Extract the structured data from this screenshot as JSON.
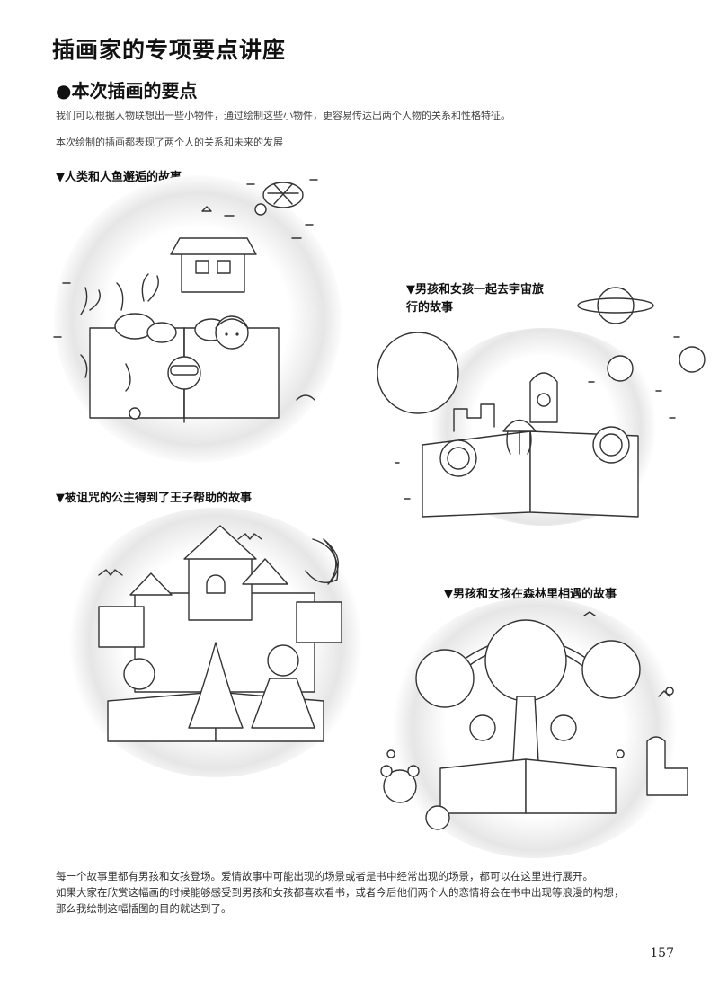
{
  "header": {
    "title": "插画家的专项要点讲座",
    "subtitle": "●本次插画的要点"
  },
  "intro": {
    "line1": "我们可以根据人物联想出一些小物件，通过绘制这些小物件，更容易传达出两个人物的关系和性格特征。",
    "line2": "本次绘制的插画都表现了两个人的关系和未来的发展"
  },
  "stories": {
    "mermaid": "▼人类和人鱼邂逅的故事",
    "space_line1": "▼男孩和女孩一起去宇宙旅",
    "space_line2": "行的故事",
    "princess": "▼被诅咒的公主得到了王子帮助的故事",
    "forest": "▼男孩和女孩在森林里相遇的故事"
  },
  "footer": {
    "line1": "每一个故事里都有男孩和女孩登场。爱情故事中可能出现的场景或者是书中经常出现的场景，都可以在这里进行展开。",
    "line2": "如果大家在欣赏这幅画的时候能够感受到男孩和女孩都喜欢看书，或者今后他们两个人的恋情将会在书中出现等浪漫的构想，",
    "line3": "那么我绘制这幅插图的目的就达到了。"
  },
  "page_number": "157"
}
